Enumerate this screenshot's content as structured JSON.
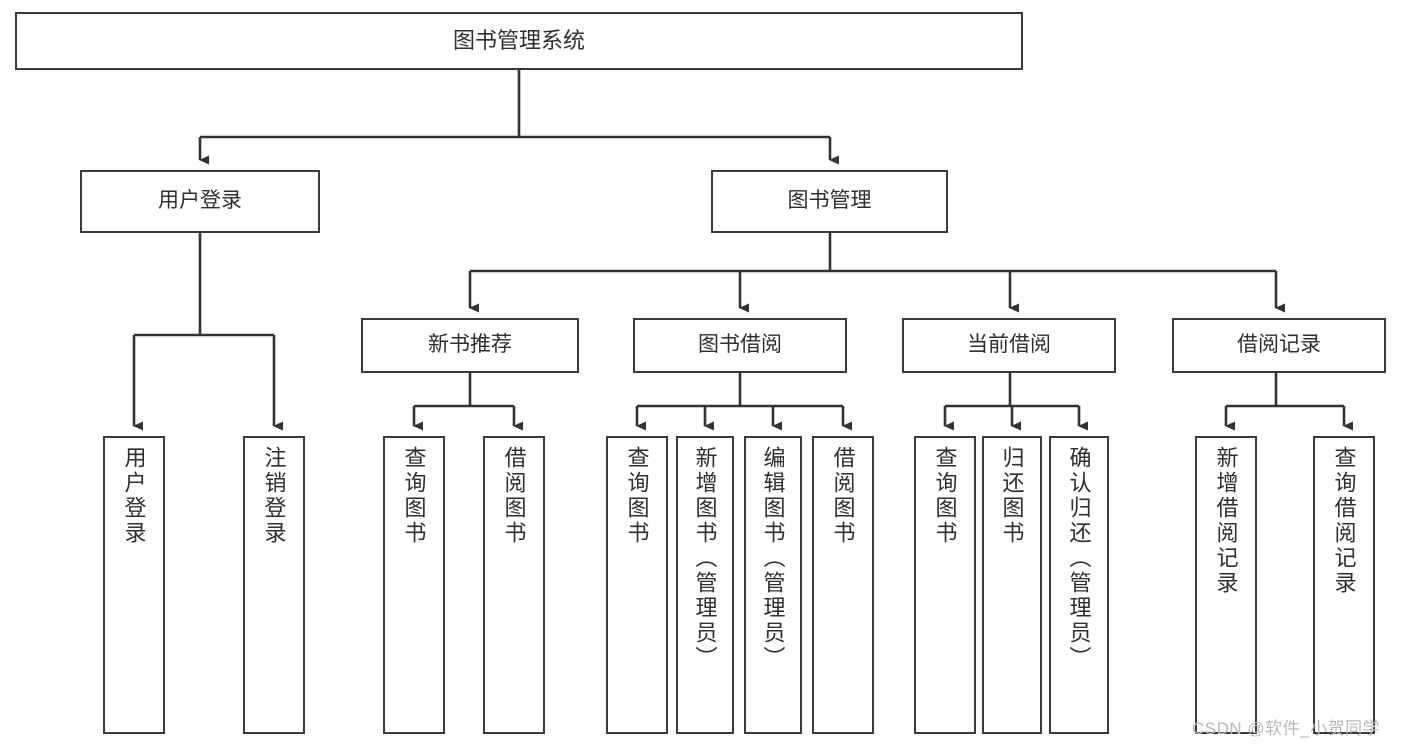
{
  "diagram": {
    "title": "图书管理系统",
    "watermark": "CSDN @软件_小贺同学",
    "colors": {
      "background": "#ffffff",
      "box_border": "#3a3a3a",
      "box_fill": "#ffffff",
      "text": "#2f2f2f",
      "edge": "#333333",
      "watermark": "#b9b9b9"
    },
    "root": {
      "label": "图书管理系统"
    },
    "level2": [
      {
        "label": "用户登录"
      },
      {
        "label": "图书管理"
      }
    ],
    "level3": [
      {
        "label": "新书推荐"
      },
      {
        "label": "图书借阅"
      },
      {
        "label": "当前借阅"
      },
      {
        "label": "借阅记录"
      }
    ],
    "leaves": {
      "user_login": [
        {
          "label": "用户登录"
        },
        {
          "label": "注销登录"
        }
      ],
      "new_book_recommend": [
        {
          "label": "查询图书"
        },
        {
          "label": "借阅图书"
        }
      ],
      "book_borrow": [
        {
          "label": "查询图书"
        },
        {
          "label": "新增图书（管理员）"
        },
        {
          "label": "编辑图书（管理员）"
        },
        {
          "label": "借阅图书"
        }
      ],
      "current_borrow": [
        {
          "label": "查询图书"
        },
        {
          "label": "归还图书"
        },
        {
          "label": "确认归还（管理员）"
        }
      ],
      "borrow_record": [
        {
          "label": "新增借阅记录"
        },
        {
          "label": "查询借阅记录"
        }
      ]
    }
  }
}
